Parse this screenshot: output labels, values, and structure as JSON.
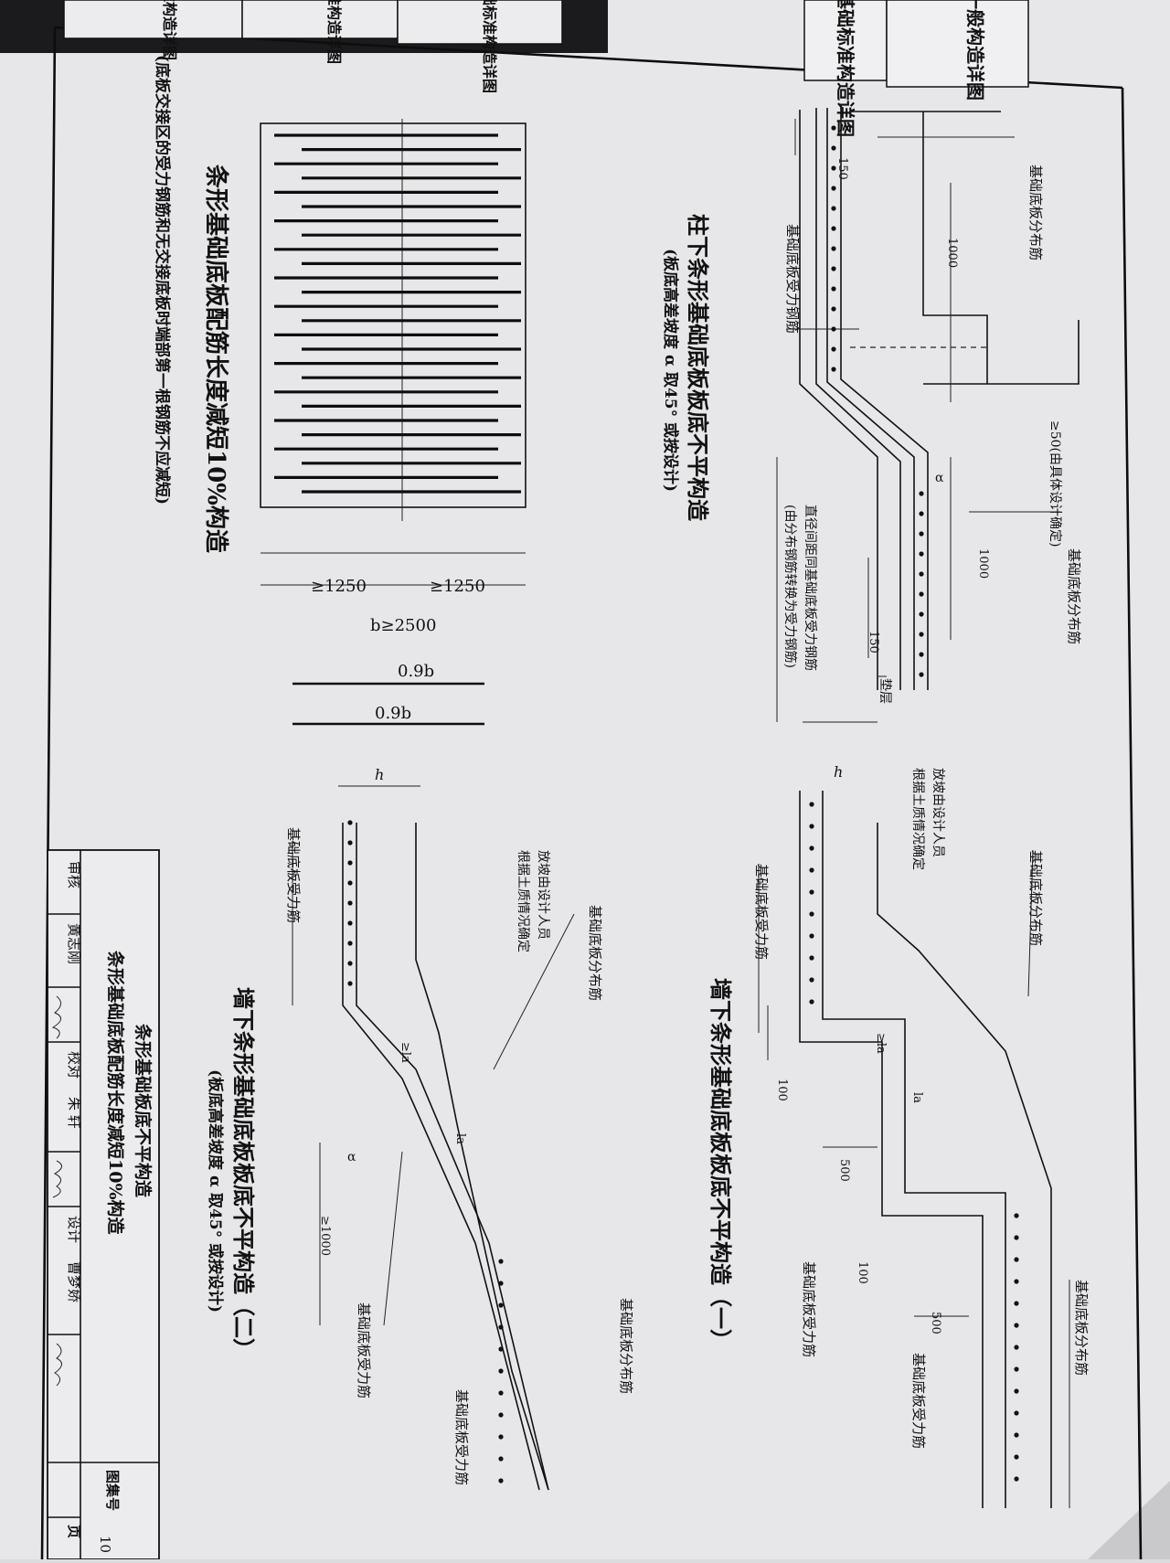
{
  "tabs": [
    {
      "label": "一般构造详图"
    },
    {
      "label": "独立基础标准构造详图"
    },
    {
      "label": "条形基础标准构造详图"
    },
    {
      "label": "标准构造详图"
    },
    {
      "label": "标准构造详图"
    }
  ],
  "figure_column": {
    "title": "柱下条形基础底板板底不平构造",
    "subtitle": "(板底高差坡度 α 取45° 或按设计)",
    "labels": {
      "dist_bar_top": "基础底板分布筋",
      "dist_bar_right": "基础底板分布筋",
      "main_bar_top": "基础底板受力钢筋",
      "convert_note_1": "直径间距同基础底板受力钢筋",
      "convert_note_2": "(由分布钢筋转换为受力钢筋)",
      "cushion": "垫层",
      "min50": "≥50(由具体设计确定)"
    },
    "dims": {
      "d150a": "150",
      "d1000a": "1000",
      "d1000b": "1000",
      "d150b": "150",
      "alpha": "α"
    }
  },
  "figure_wall1": {
    "title": "墙下条形基础底板板底不平构造（一）",
    "labels": {
      "dist_bar_a": "基础底板分布筋",
      "dist_bar_b": "基础底板分布筋",
      "slope_note_1": "放坡由设计人员",
      "slope_note_2": "根据土质情况确定",
      "main_bar_a": "基础底板受力筋",
      "main_bar_b": "基础底板受力筋",
      "main_bar_c": "基础底板受力筋"
    },
    "dims": {
      "h": "h",
      "d100a": "100",
      "d100b": "100",
      "d500a": "500",
      "d500b": "500",
      "la": "la",
      "ge_la": "≥la"
    }
  },
  "figure_wall2": {
    "title": "墙下条形基础底板板底不平构造（二）",
    "subtitle": "(板底高差坡度 α 取45° 或按设计)",
    "labels": {
      "dist_bar_a": "基础底板分布筋",
      "dist_bar_b": "基础底板分布筋",
      "slope_note_1": "放坡由设计人员",
      "slope_note_2": "根据土质情况确定",
      "main_bar_a": "基础底板受力筋",
      "main_bar_b": "基础底板受力筋",
      "main_bar_c": "基础底板受力筋"
    },
    "dims": {
      "h": "h",
      "d1000": "≥1000",
      "alpha": "α",
      "la": "la",
      "ge_la": "≥la"
    }
  },
  "figure_reduce": {
    "title": "条形基础底板配筋长度减短10%构造",
    "subtitle": "(底板交接区的受力钢筋和无交接底板时端部第一根钢筋不应减短)",
    "dims": {
      "d1250a": "≥1250",
      "d1250b": "≥1250",
      "b2500": "b≥2500",
      "b09a": "0.9b",
      "b09b": "0.9b"
    }
  },
  "titleblock": {
    "line1": "条形基础板底不平构造",
    "line2": "条形基础底板配筋长度减短10%构造",
    "atlas_label": "图集号",
    "page_label": "页",
    "page_no": "10",
    "roles": [
      {
        "role": "审核",
        "name": "黄志刚"
      },
      {
        "role": "校对",
        "name": "朱 轩"
      },
      {
        "role": "设计",
        "name": "曹梦娇"
      }
    ]
  }
}
